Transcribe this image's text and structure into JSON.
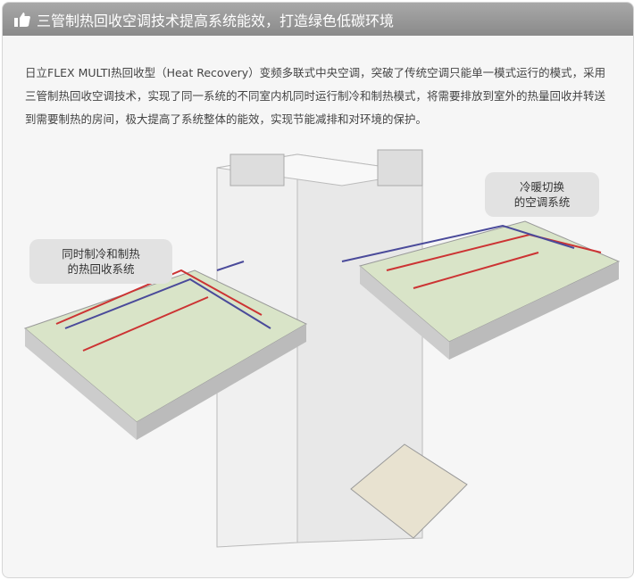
{
  "header": {
    "title": "三管制热回收空调技术提高系统能效，打造绿色低碳环境",
    "icon": "thumbs-up-icon"
  },
  "intro": "日立FLEX MULTI热回收型（Heat Recovery）变频多联式中央空调，突破了传统空调只能单一模式运行的模式，采用三管制热回收空调技术，实现了同一系统的不同室内机同时运行制冷和制热模式，将需要排放到室外的热量回收并转送到需要制热的房间，极大提高了系统整体的能效，实现节能减排和对环境的保护。",
  "callouts": {
    "left_line1": "同时制冷和制热",
    "left_line2": "的热回收系统",
    "right_line1": "冷暖切换",
    "right_line2": "的空调系统"
  }
}
